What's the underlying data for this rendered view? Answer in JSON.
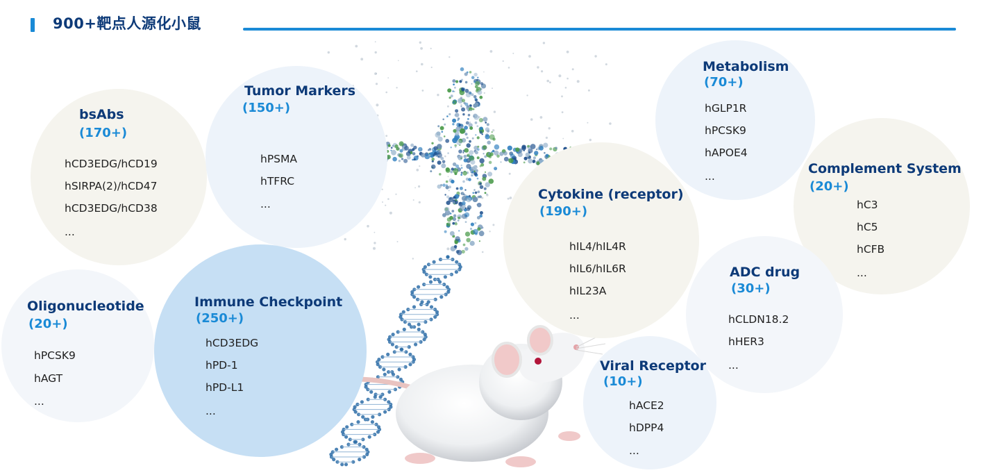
{
  "header": {
    "title": "900+靶点人源化小鼠"
  },
  "categories": [
    {
      "id": "bsabs",
      "title": "bsAbs",
      "count": "(170+)",
      "items": [
        "hCD3EDG/hCD19",
        "hSIRPA(2)/hCD47",
        "hCD3EDG/hCD38",
        "..."
      ]
    },
    {
      "id": "tumor",
      "title": "Tumor Markers",
      "count": "(150+)",
      "items": [
        "hPSMA",
        "hTFRC",
        "..."
      ]
    },
    {
      "id": "metabolism",
      "title": "Metabolism",
      "count": "(70+)",
      "items": [
        "hGLP1R",
        "hPCSK9",
        "hAPOE4",
        "..."
      ]
    },
    {
      "id": "complement",
      "title": "Complement System",
      "count": "(20+)",
      "items": [
        "hC3",
        "hC5",
        "hCFB",
        "..."
      ]
    },
    {
      "id": "cytokine",
      "title": "Cytokine (receptor)",
      "count": "(190+)",
      "items": [
        "hIL4/hIL4R",
        "hIL6/hIL6R",
        "hIL23A",
        "..."
      ]
    },
    {
      "id": "adc",
      "title": "ADC drug",
      "count": "(30+)",
      "items": [
        "hCLDN18.2",
        "hHER3",
        "..."
      ]
    },
    {
      "id": "oligo",
      "title": "Oligonucleotide",
      "count": "(20+)",
      "items": [
        "hPCSK9",
        "hAGT",
        "..."
      ]
    },
    {
      "id": "immune",
      "title": "Immune Checkpoint",
      "count": "(250+)",
      "items": [
        "hCD3EDG",
        "hPD-1",
        "hPD-L1",
        "..."
      ]
    },
    {
      "id": "viral",
      "title": "Viral Receptor",
      "count": "(10+)",
      "items": [
        "hACE2",
        "hDPP4",
        "..."
      ]
    }
  ],
  "colors": {
    "title": "#0d3a78",
    "count": "#1a8ad6",
    "accent": "#1a8ad6"
  }
}
